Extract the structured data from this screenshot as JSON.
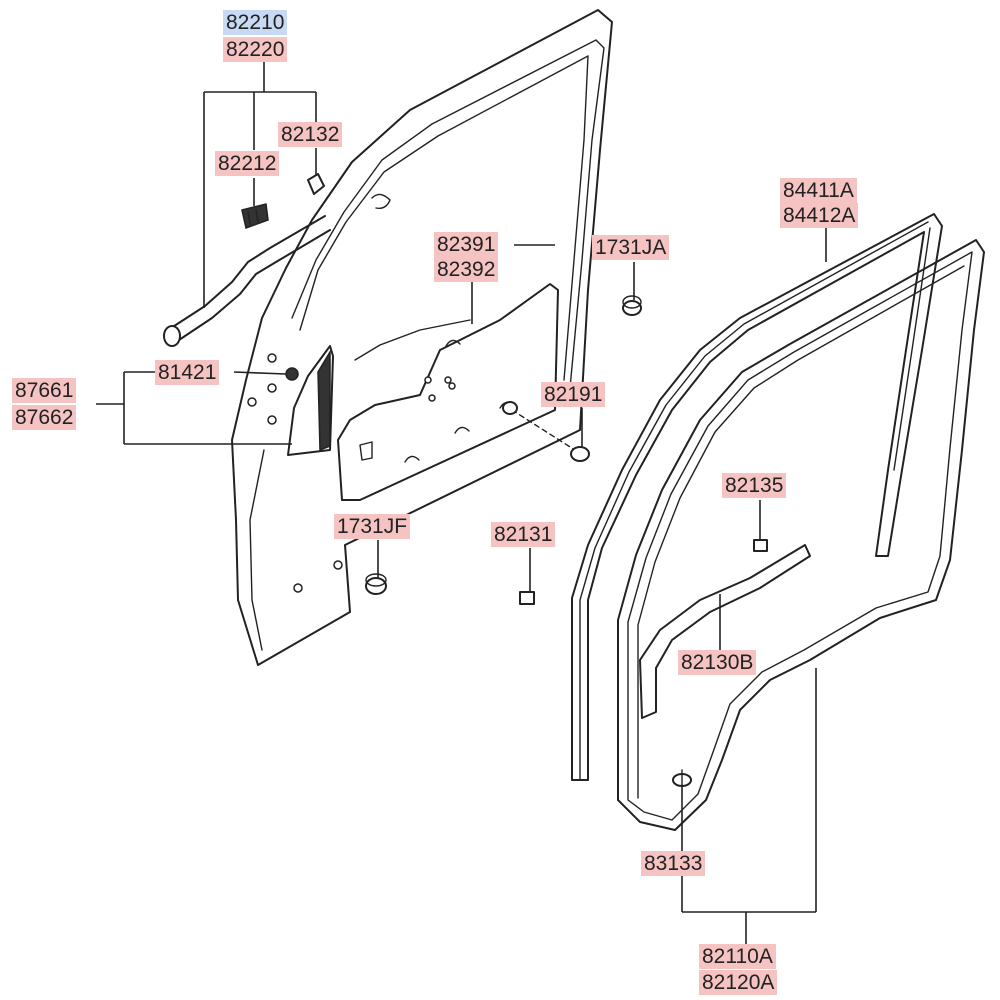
{
  "colors": {
    "label_bg": "#f6c3c3",
    "label_bg_selected": "#c7d9f3",
    "line": "#222222"
  },
  "labels": {
    "p82210": "82210",
    "p82220": "82220",
    "p82132": "82132",
    "p82212": "82212",
    "p81421": "81421",
    "p87661": "87661",
    "p87662": "87662",
    "p82391": "82391",
    "p82392": "82392",
    "p1731JA": "1731JA",
    "p82191": "82191",
    "p1731JF": "1731JF",
    "p82131": "82131",
    "p84411A": "84411A",
    "p84412A": "84412A",
    "p82135": "82135",
    "p82130B": "82130B",
    "p83133": "83133",
    "p82110A": "82110A",
    "p82120A": "82120A"
  }
}
